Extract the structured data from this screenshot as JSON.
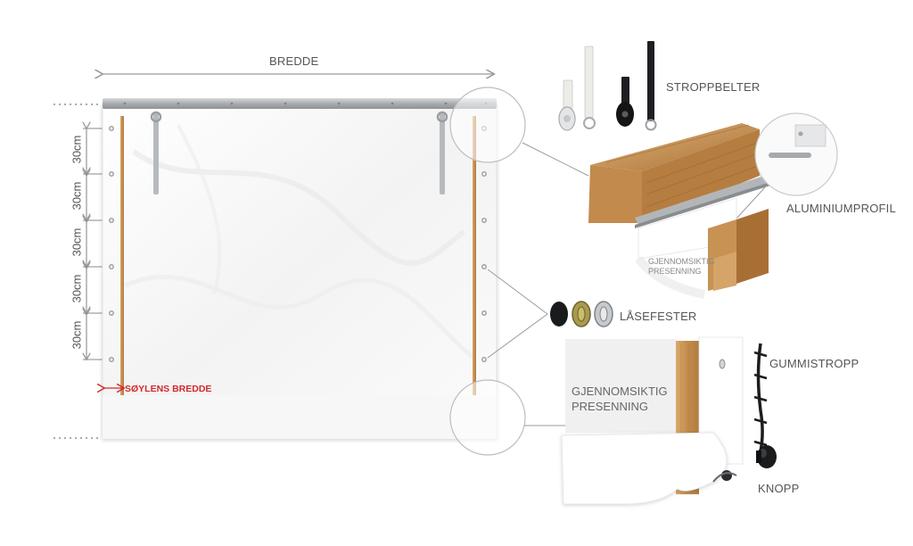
{
  "labels": {
    "width": "BREDDE",
    "spacing": [
      "30cm",
      "30cm",
      "30cm",
      "30cm",
      "30cm"
    ],
    "column_width": "SØYLENS BREDDE",
    "strap_belts": "STROPPBELTER",
    "aluminium_profile": "ALUMINIUMPROFIL",
    "transparent_tarp_small": [
      "GJENNOMSIKTIG",
      "PRESENNING"
    ],
    "lock_fasteners": "LÅSEFESTER",
    "rubber_strap": "GUMMISTROPP",
    "transparent_tarp": [
      "GJENNOMSIKTIG",
      "PRESENNING"
    ],
    "knob": "KNOPP"
  },
  "colors": {
    "arrow": "#9a9a9a",
    "red_marker": "#d42a2a",
    "rail": "#b9bcbf",
    "wood": "#c9945a",
    "wood_dark": "#9c6a36",
    "tarp": "#fbfbfb"
  }
}
